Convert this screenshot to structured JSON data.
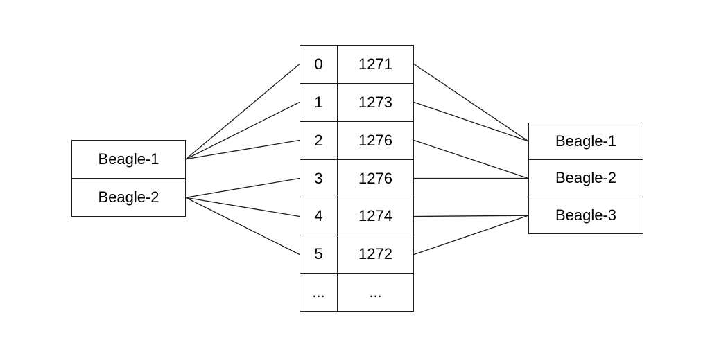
{
  "diagram": {
    "left_group": {
      "items": [
        "Beagle-1",
        "Beagle-2"
      ]
    },
    "table": {
      "rows": [
        {
          "index": "0",
          "value": "1271"
        },
        {
          "index": "1",
          "value": "1273"
        },
        {
          "index": "2",
          "value": "1276"
        },
        {
          "index": "3",
          "value": "1276"
        },
        {
          "index": "4",
          "value": "1274"
        },
        {
          "index": "5",
          "value": "1272"
        },
        {
          "index": "...",
          "value": "..."
        }
      ]
    },
    "right_group": {
      "items": [
        "Beagle-1",
        "Beagle-2",
        "Beagle-3"
      ]
    },
    "connections": {
      "left_to_table": [
        {
          "from": 0,
          "to": 0
        },
        {
          "from": 0,
          "to": 1
        },
        {
          "from": 0,
          "to": 2
        },
        {
          "from": 1,
          "to": 3
        },
        {
          "from": 1,
          "to": 4
        },
        {
          "from": 1,
          "to": 5
        }
      ],
      "table_to_right": [
        {
          "from": 0,
          "to": 0
        },
        {
          "from": 1,
          "to": 0
        },
        {
          "from": 2,
          "to": 1
        },
        {
          "from": 3,
          "to": 1
        },
        {
          "from": 4,
          "to": 2
        },
        {
          "from": 5,
          "to": 2
        }
      ]
    },
    "colors": {
      "line": "#1c1c1c",
      "text": "#000000",
      "background": "#ffffff"
    }
  }
}
